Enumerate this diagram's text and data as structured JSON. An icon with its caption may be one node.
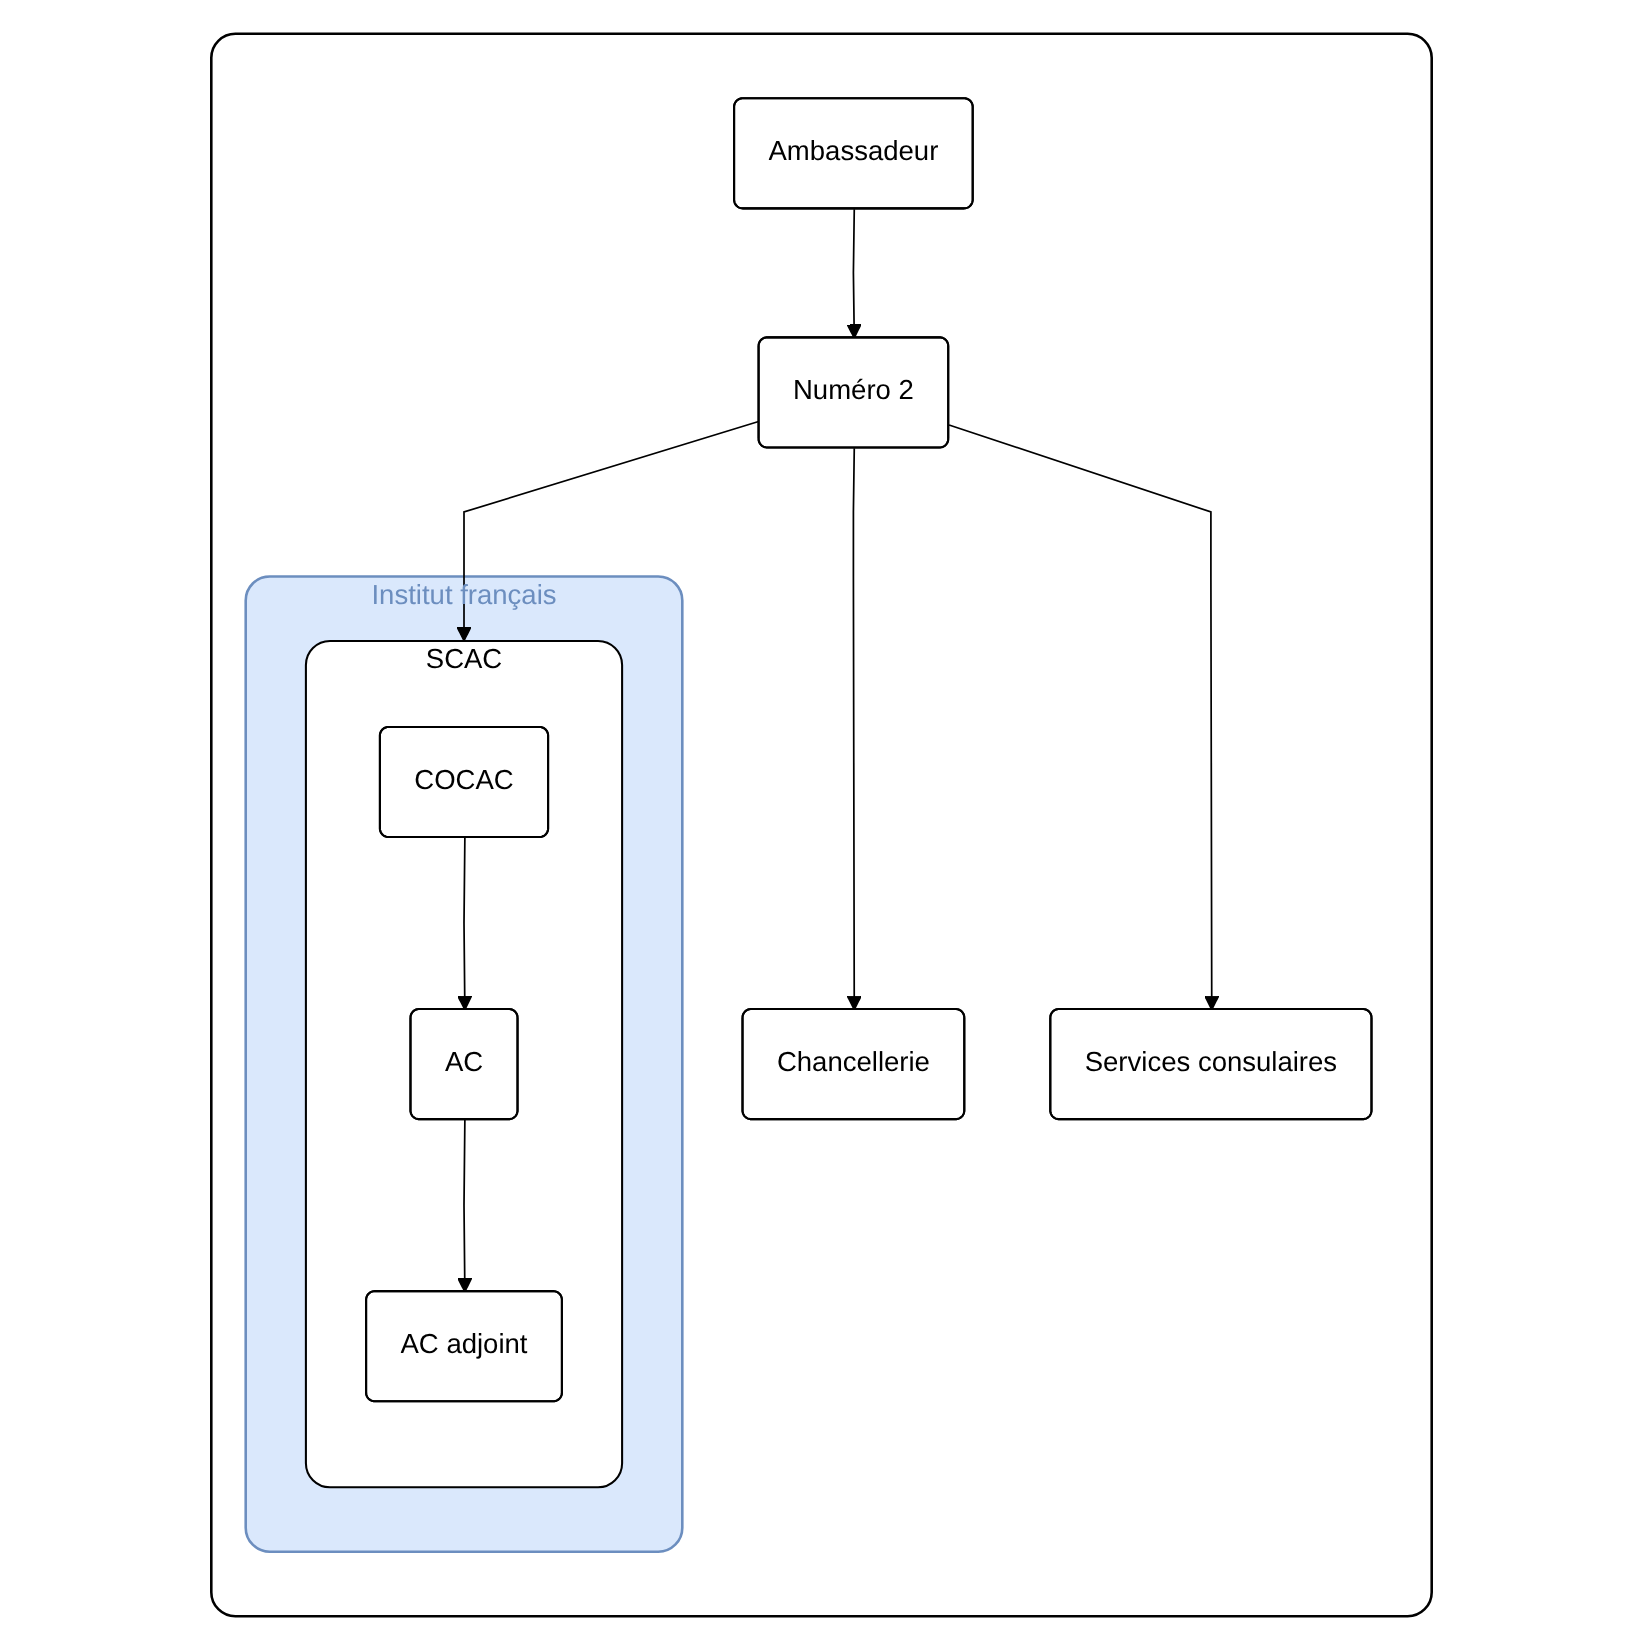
{
  "diagram": {
    "nodes": [
      {
        "text": [],
        "shape": "box"
      },
      {
        "text": [
          "Ambassadeur"
        ],
        "in": 0
      },
      {
        "text": [
          "Numéro 2"
        ],
        "in": 0
      },
      {
        "text": [
          "Institut français"
        ],
        "in": 0
      },
      {
        "text": [
          "SCAC"
        ],
        "in": 3
      },
      {
        "text": [
          "COCAC"
        ],
        "in": 4
      },
      {
        "text": [
          "AC"
        ],
        "in": 4
      },
      {
        "text": [
          "AC adjoint"
        ],
        "in": 4
      },
      {
        "text": [
          "Chancellerie"
        ],
        "in": 0
      },
      {
        "text": [
          "Services consulaires"
        ],
        "in": 0
      }
    ],
    "edges": [
      {
        "from": 1,
        "to": 2,
        "arrow": "to"
      },
      {
        "from": 2,
        "to": 4,
        "arrow": "to"
      },
      {
        "from": 2,
        "to": 8,
        "arrow": "to"
      },
      {
        "from": 2,
        "to": 9,
        "arrow": "to"
      },
      {
        "from": 5,
        "to": 6,
        "arrow": "to"
      },
      {
        "from": 6,
        "to": 7,
        "arrow": "to"
      }
    ]
  }
}
